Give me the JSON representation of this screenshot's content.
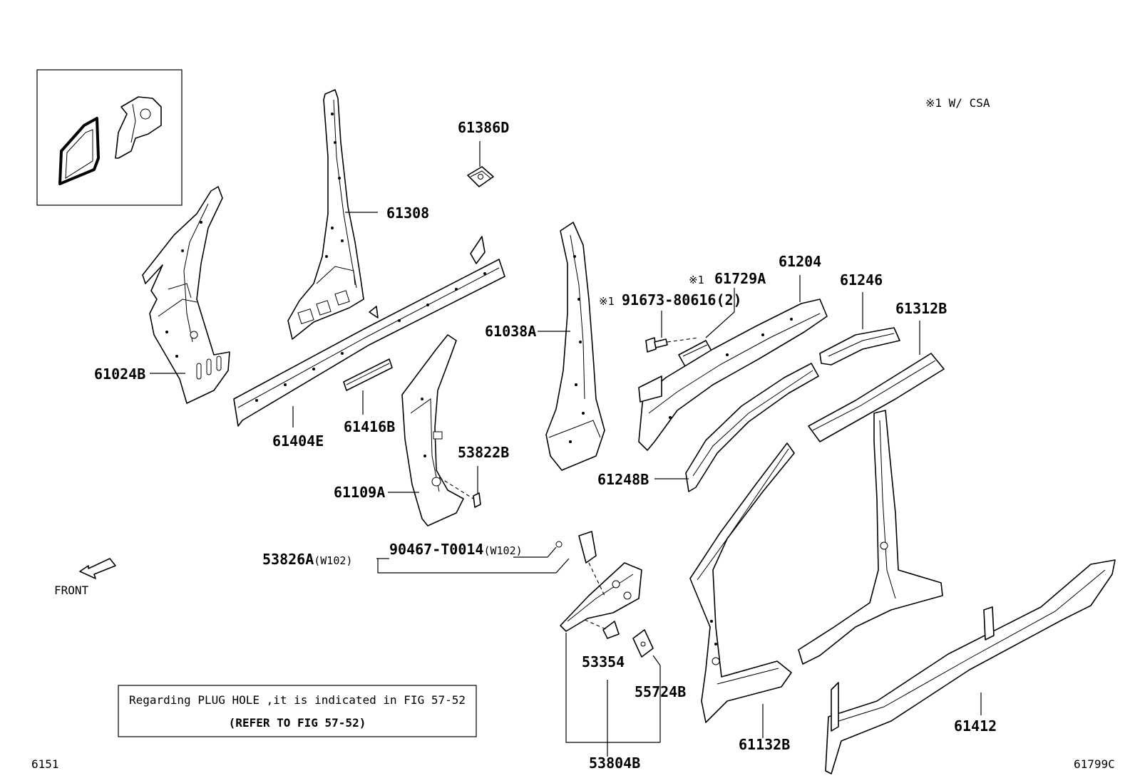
{
  "parts": {
    "p61386D": "61386D",
    "p61308": "61308",
    "p61024B": "61024B",
    "p61404E": "61404E",
    "p61416B": "61416B",
    "p61038A": "61038A",
    "p61109A": "61109A",
    "p53822B": "53822B",
    "p61729A": "61729A",
    "p91673": "91673-80616",
    "p91673_qty": "(2)",
    "p61204": "61204",
    "p61246": "61246",
    "p61312B": "61312B",
    "p61248B": "61248B",
    "p53826A": "53826A",
    "p53826A_suffix": "(W102)",
    "p90467": "90467-T0014",
    "p90467_suffix": "(W102)",
    "p53354": "53354",
    "p55724B": "55724B",
    "p53804B": "53804B",
    "p61132B": "61132B",
    "p61412": "61412"
  },
  "markers": {
    "csa_mark": "※1",
    "legend": "※1 W/ CSA"
  },
  "notes": {
    "plug_hole_line1": "Regarding PLUG HOLE ,it is indicated in FIG 57-52",
    "plug_hole_line2": "(REFER TO FIG 57-52)"
  },
  "footer": {
    "left_code": "6151",
    "right_code": "61799C"
  },
  "front_label": "FRONT"
}
